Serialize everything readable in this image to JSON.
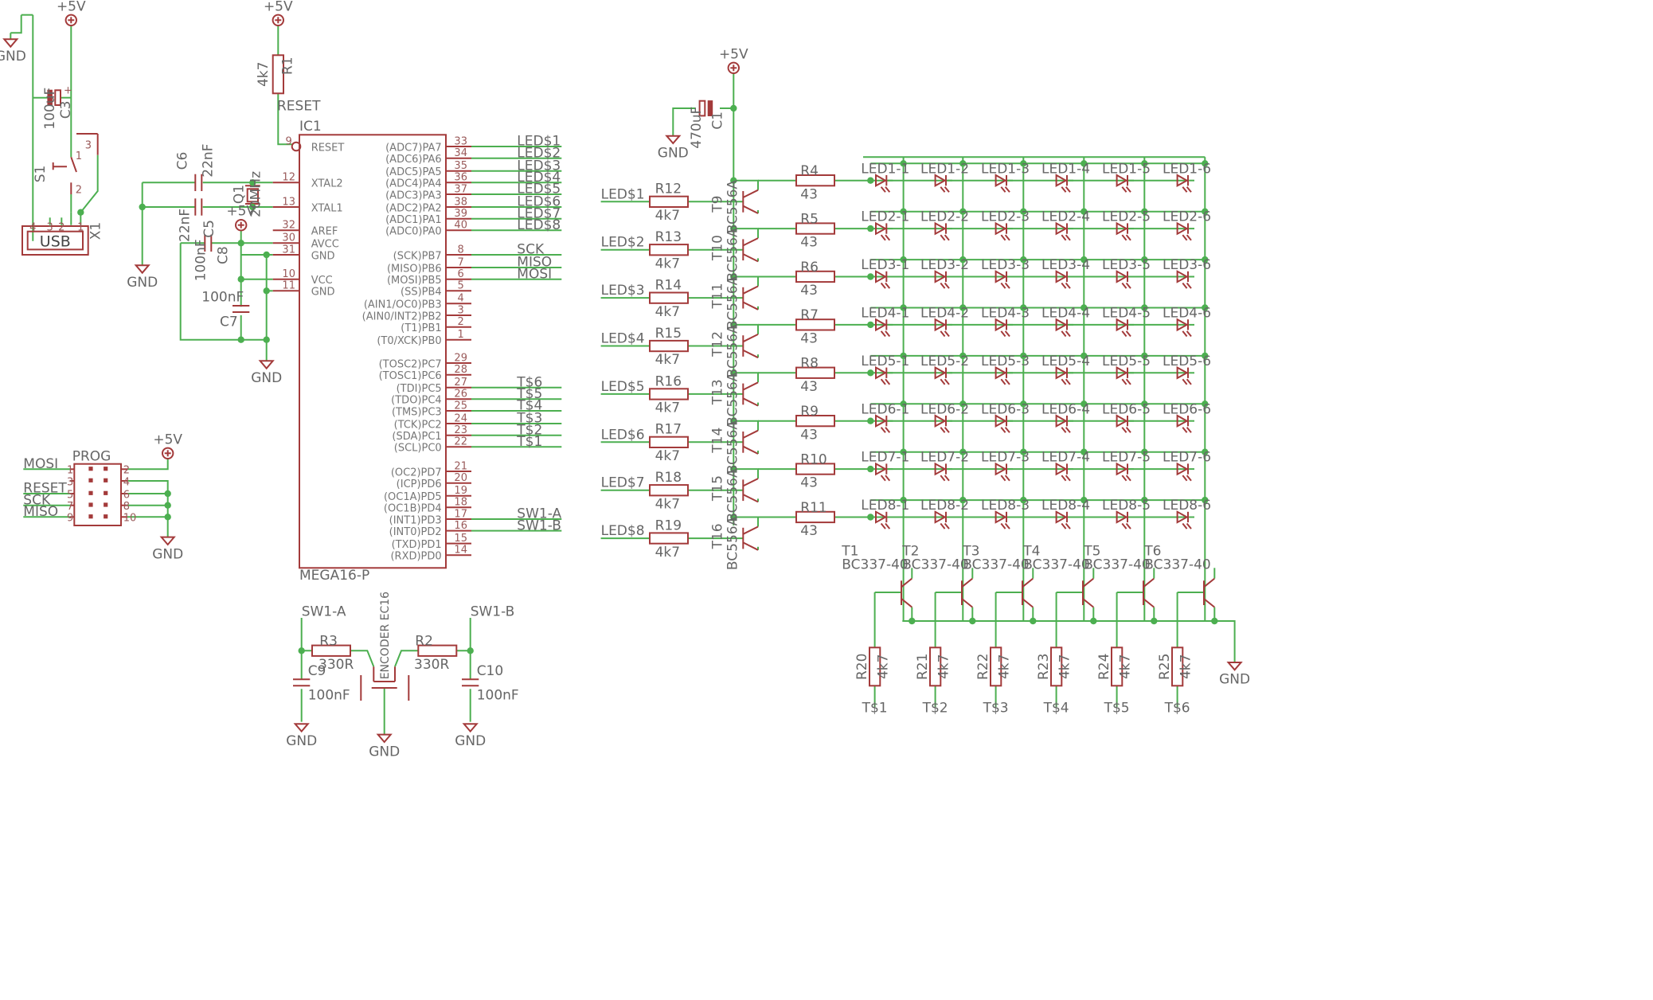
{
  "power": {
    "vcc": "+5V",
    "gnd": "GND"
  },
  "usb": {
    "connector_label": "USB",
    "ref": "X1",
    "switch": "S1",
    "cap_ref": "C3",
    "cap_value": "100uF",
    "pins": [
      "4",
      "3",
      "2",
      "1"
    ],
    "switch_pins": [
      "1",
      "2",
      "3"
    ]
  },
  "reset": {
    "res_ref": "R1",
    "res_value": "4k7",
    "net": "RESET"
  },
  "crystal": {
    "ref": "Q1",
    "value": "20MHz",
    "c6_ref": "C6",
    "c6_value": "22nF",
    "c5_ref": "C5",
    "c5_value": "22nF",
    "c8_ref": "C8",
    "c8_value": "100nF",
    "c7_ref": "C7",
    "c7_value": "100nF"
  },
  "mcu": {
    "ref": "IC1",
    "part": "MEGA16-P",
    "left_pins": [
      {
        "num": "9",
        "name": "RESET"
      },
      {
        "num": "12",
        "name": "XTAL2"
      },
      {
        "num": "13",
        "name": "XTAL1"
      },
      {
        "num": "32",
        "name": "AREF"
      },
      {
        "num": "30",
        "name": "AVCC"
      },
      {
        "num": "31",
        "name": "GND"
      },
      {
        "num": "10",
        "name": "VCC"
      },
      {
        "num": "11",
        "name": "GND"
      }
    ],
    "right_pins": [
      {
        "num": "33",
        "name": "(ADC7)PA7",
        "net": "LED$1"
      },
      {
        "num": "34",
        "name": "(ADC6)PA6",
        "net": "LED$2"
      },
      {
        "num": "35",
        "name": "(ADC5)PA5",
        "net": "LED$3"
      },
      {
        "num": "36",
        "name": "(ADC4)PA4",
        "net": "LED$4"
      },
      {
        "num": "37",
        "name": "(ADC3)PA3",
        "net": "LED$5"
      },
      {
        "num": "38",
        "name": "(ADC2)PA2",
        "net": "LED$6"
      },
      {
        "num": "39",
        "name": "(ADC1)PA1",
        "net": "LED$7"
      },
      {
        "num": "40",
        "name": "(ADC0)PA0",
        "net": "LED$8"
      },
      {
        "num": "8",
        "name": "(SCK)PB7",
        "net": "SCK"
      },
      {
        "num": "7",
        "name": "(MISO)PB6",
        "net": "MISO"
      },
      {
        "num": "6",
        "name": "(MOSI)PB5",
        "net": "MOSI"
      },
      {
        "num": "5",
        "name": "(SS)PB4",
        "net": ""
      },
      {
        "num": "4",
        "name": "(AIN1/OC0)PB3",
        "net": ""
      },
      {
        "num": "3",
        "name": "(AIN0/INT2)PB2",
        "net": ""
      },
      {
        "num": "2",
        "name": "(T1)PB1",
        "net": ""
      },
      {
        "num": "1",
        "name": "(T0/XCK)PB0",
        "net": ""
      },
      {
        "num": "29",
        "name": "(TOSC2)PC7",
        "net": ""
      },
      {
        "num": "28",
        "name": "(TOSC1)PC6",
        "net": ""
      },
      {
        "num": "27",
        "name": "(TDI)PC5",
        "net": "T$6"
      },
      {
        "num": "26",
        "name": "(TDO)PC4",
        "net": "T$5"
      },
      {
        "num": "25",
        "name": "(TMS)PC3",
        "net": "T$4"
      },
      {
        "num": "24",
        "name": "(TCK)PC2",
        "net": "T$3"
      },
      {
        "num": "23",
        "name": "(SDA)PC1",
        "net": "T$2"
      },
      {
        "num": "22",
        "name": "(SCL)PC0",
        "net": "T$1"
      },
      {
        "num": "21",
        "name": "(OC2)PD7",
        "net": ""
      },
      {
        "num": "20",
        "name": "(ICP)PD6",
        "net": ""
      },
      {
        "num": "19",
        "name": "(OC1A)PD5",
        "net": ""
      },
      {
        "num": "18",
        "name": "(OC1B)PD4",
        "net": ""
      },
      {
        "num": "17",
        "name": "(INT1)PD3",
        "net": "SW1-A"
      },
      {
        "num": "16",
        "name": "(INT0)PD2",
        "net": "SW1-B"
      },
      {
        "num": "15",
        "name": "(TXD)PD1",
        "net": ""
      },
      {
        "num": "14",
        "name": "(RXD)PD0",
        "net": ""
      }
    ]
  },
  "prog": {
    "label": "PROG",
    "signals": [
      "MOSI",
      "",
      "RESET",
      "SCK",
      "MISO"
    ],
    "left_nums": [
      "1",
      "3",
      "5",
      "7",
      "9"
    ],
    "right_nums": [
      "2",
      "4",
      "6",
      "8",
      "10"
    ]
  },
  "encoder": {
    "label": "ENCODER EC16",
    "net_a": "SW1-A",
    "net_b": "SW1-B",
    "r3_ref": "R3",
    "r3_value": "330R",
    "r2_ref": "R2",
    "r2_value": "330R",
    "c9_ref": "C9",
    "c9_value": "100nF",
    "c10_ref": "C10",
    "c10_value": "100nF"
  },
  "matrix": {
    "c1_ref": "C1",
    "c1_value": "470uF",
    "row_nets": [
      "LED$1",
      "LED$2",
      "LED$3",
      "LED$4",
      "LED$5",
      "LED$6",
      "LED$7",
      "LED$8"
    ],
    "base_res": [
      "R12",
      "R13",
      "R14",
      "R15",
      "R16",
      "R17",
      "R18",
      "R19"
    ],
    "base_res_value": "4k7",
    "pnp": [
      "T9",
      "T10",
      "T11",
      "T12",
      "T13",
      "T14",
      "T15",
      "T16"
    ],
    "pnp_part": "BC556A",
    "row_res": [
      "R4",
      "R5",
      "R6",
      "R7",
      "R8",
      "R9",
      "R10",
      "R11"
    ],
    "row_res_value": "43",
    "led_names": [
      [
        "LED1-1",
        "LED1-2",
        "LED1-3",
        "LED1-4",
        "LED1-5",
        "LED1-6"
      ],
      [
        "LED2-1",
        "LED2-2",
        "LED2-3",
        "LED2-4",
        "LED2-5",
        "LED2-6"
      ],
      [
        "LED3-1",
        "LED3-2",
        "LED3-3",
        "LED3-4",
        "LED3-5",
        "LED3-6"
      ],
      [
        "LED4-1",
        "LED4-2",
        "LED4-3",
        "LED4-4",
        "LED4-5",
        "LED4-6"
      ],
      [
        "LED5-1",
        "LED5-2",
        "LED5-3",
        "LED5-4",
        "LED5-5",
        "LED5-6"
      ],
      [
        "LED6-1",
        "LED6-2",
        "LED6-3",
        "LED6-4",
        "LED6-5",
        "LED6-6"
      ],
      [
        "LED7-1",
        "LED7-2",
        "LED7-3",
        "LED7-4",
        "LED7-5",
        "LED7-6"
      ],
      [
        "LED8-1",
        "LED8-2",
        "LED8-3",
        "LED8-4",
        "LED8-5",
        "LED8-6"
      ]
    ],
    "npn": [
      "T1",
      "T2",
      "T3",
      "T4",
      "T5",
      "T6"
    ],
    "npn_part": "BC337-40",
    "col_res": [
      "R20",
      "R21",
      "R22",
      "R23",
      "R24",
      "R25"
    ],
    "col_res_value": "4k7",
    "col_nets": [
      "T$1",
      "T$2",
      "T$3",
      "T$4",
      "T$5",
      "T$6"
    ]
  }
}
